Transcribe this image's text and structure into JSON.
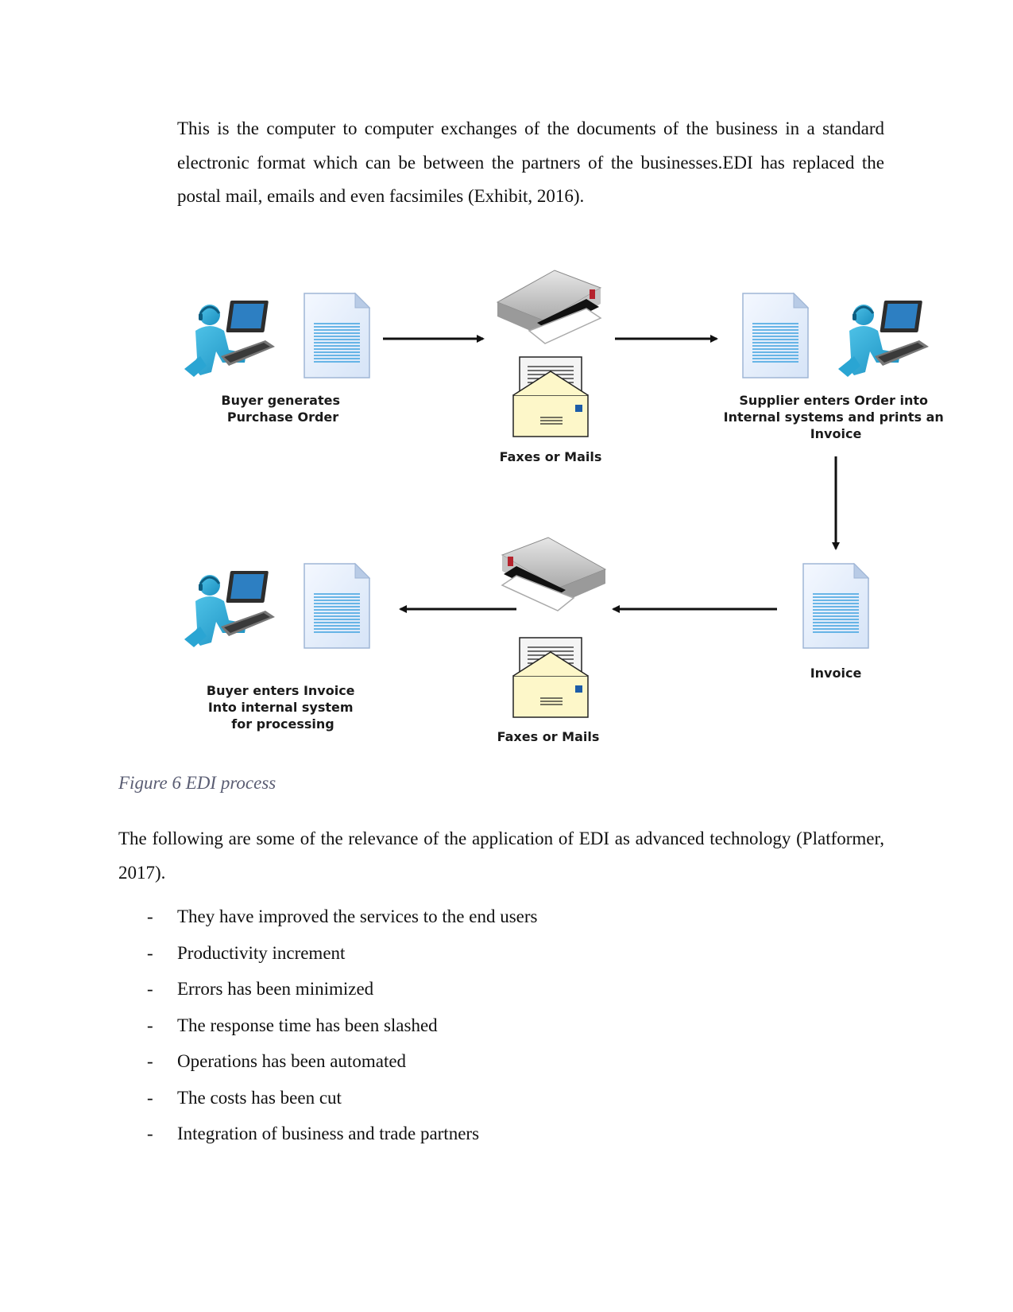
{
  "intro_paragraph": "This is the computer to computer exchanges of the documents of the business in a standard electronic format which can be between the partners of the businesses.EDI has replaced the postal mail, emails and even facsimiles (Exhibit, 2016).",
  "diagram": {
    "buyer_generates": [
      "Buyer generates",
      "Purchase Order"
    ],
    "faxes_top": "Faxes or Mails",
    "supplier_enters": [
      "Supplier enters Order into",
      "Internal systems and prints an",
      "Invoice"
    ],
    "invoice": "Invoice",
    "faxes_bottom": "Faxes or Mails",
    "buyer_enters": [
      "Buyer enters Invoice",
      "Into internal system",
      "for processing"
    ]
  },
  "caption": "Figure 6 EDI process",
  "relevance_paragraph": "The following are some of the relevance of the application of EDI as advanced technology (Platformer, 2017).",
  "bullet_marker": "-",
  "bullets": [
    "They have improved the services to the end users",
    "Productivity increment",
    "Errors has been minimized",
    "The response time has been slashed",
    "Operations has been automated",
    "The costs has been cut",
    "Integration of business and trade partners"
  ]
}
